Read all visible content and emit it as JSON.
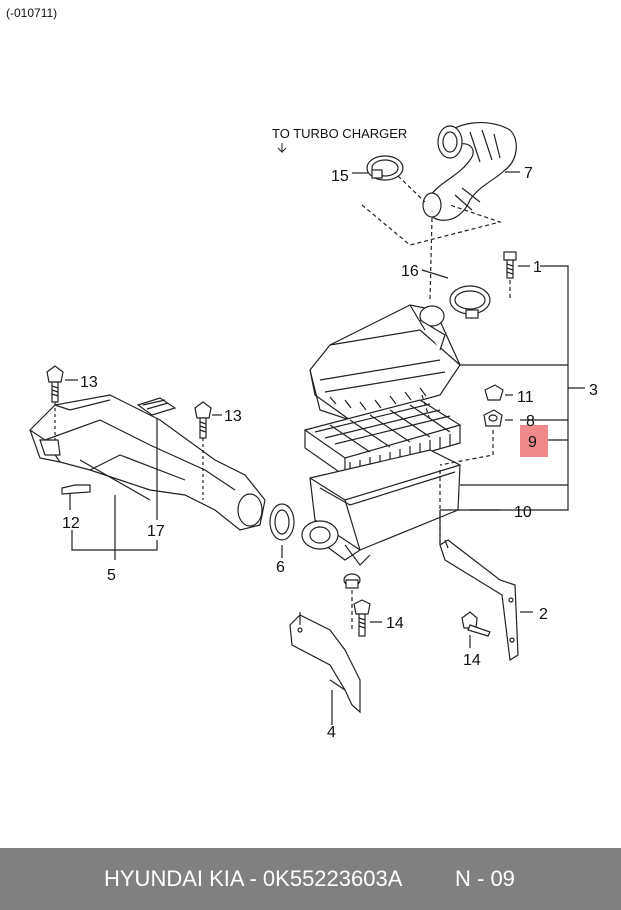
{
  "header": {
    "revision": "(-010711)"
  },
  "diagram": {
    "turbo_label": "TO TURBO CHARGER",
    "callouts": {
      "c1": "1",
      "c2": "2",
      "c3": "3",
      "c4": "4",
      "c5": "5",
      "c6": "6",
      "c7": "7",
      "c8": "8",
      "c9": "9",
      "c10": "10",
      "c11": "11",
      "c12": "12",
      "c13a": "13",
      "c13b": "13",
      "c14a": "14",
      "c14b": "14",
      "c15": "15",
      "c16": "16",
      "c17": "17"
    },
    "highlight_color": "#ef8a8a"
  },
  "footer": {
    "brand_part": "HYUNDAI  KIA - 0K55223603A",
    "page": "N - 09",
    "background": "#808080"
  }
}
